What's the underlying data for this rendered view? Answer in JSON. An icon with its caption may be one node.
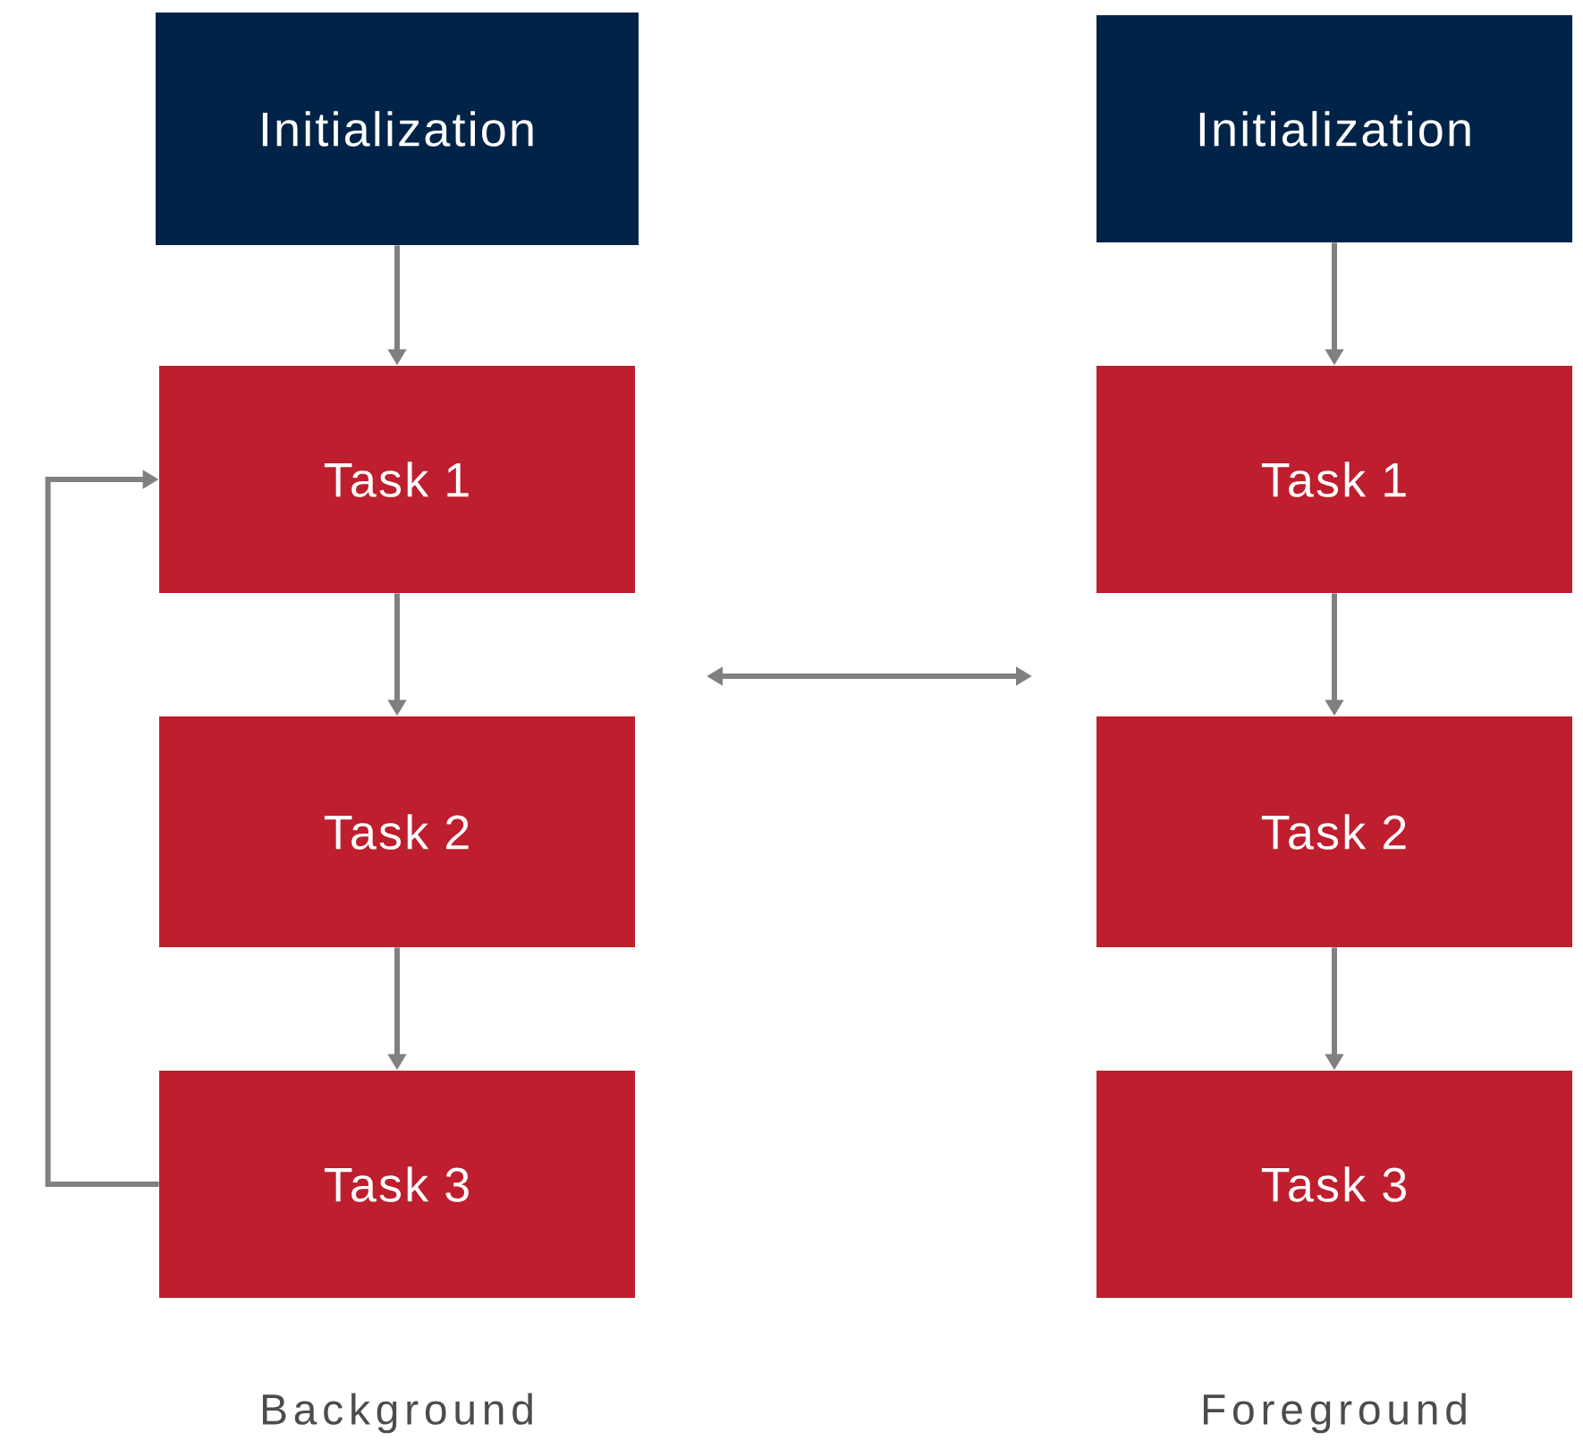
{
  "diagram": {
    "nodes": [
      {
        "text": [
          "Initialization"
        ]
      },
      {
        "text": [
          "Task 1"
        ]
      },
      {
        "text": [
          "Task 2"
        ]
      },
      {
        "text": [
          "Task 3"
        ]
      },
      {
        "text": [
          "Initialization"
        ]
      },
      {
        "text": [
          "Task 1"
        ]
      },
      {
        "text": [
          "Task 2"
        ]
      },
      {
        "text": [
          "Task 3"
        ]
      }
    ],
    "edges": [
      {
        "from": 0,
        "to": 1,
        "arrow": "to"
      },
      {
        "from": 1,
        "to": 2,
        "arrow": "to"
      },
      {
        "from": 2,
        "to": 3,
        "arrow": "to"
      },
      {
        "from": 3,
        "to": 1,
        "arrow": "to"
      },
      {
        "from": 4,
        "to": 5,
        "arrow": "to"
      },
      {
        "from": 5,
        "to": 6,
        "arrow": "to"
      },
      {
        "from": 6,
        "to": 7,
        "arrow": "to"
      }
    ],
    "labels": [
      "Background",
      "Foreground"
    ]
  }
}
